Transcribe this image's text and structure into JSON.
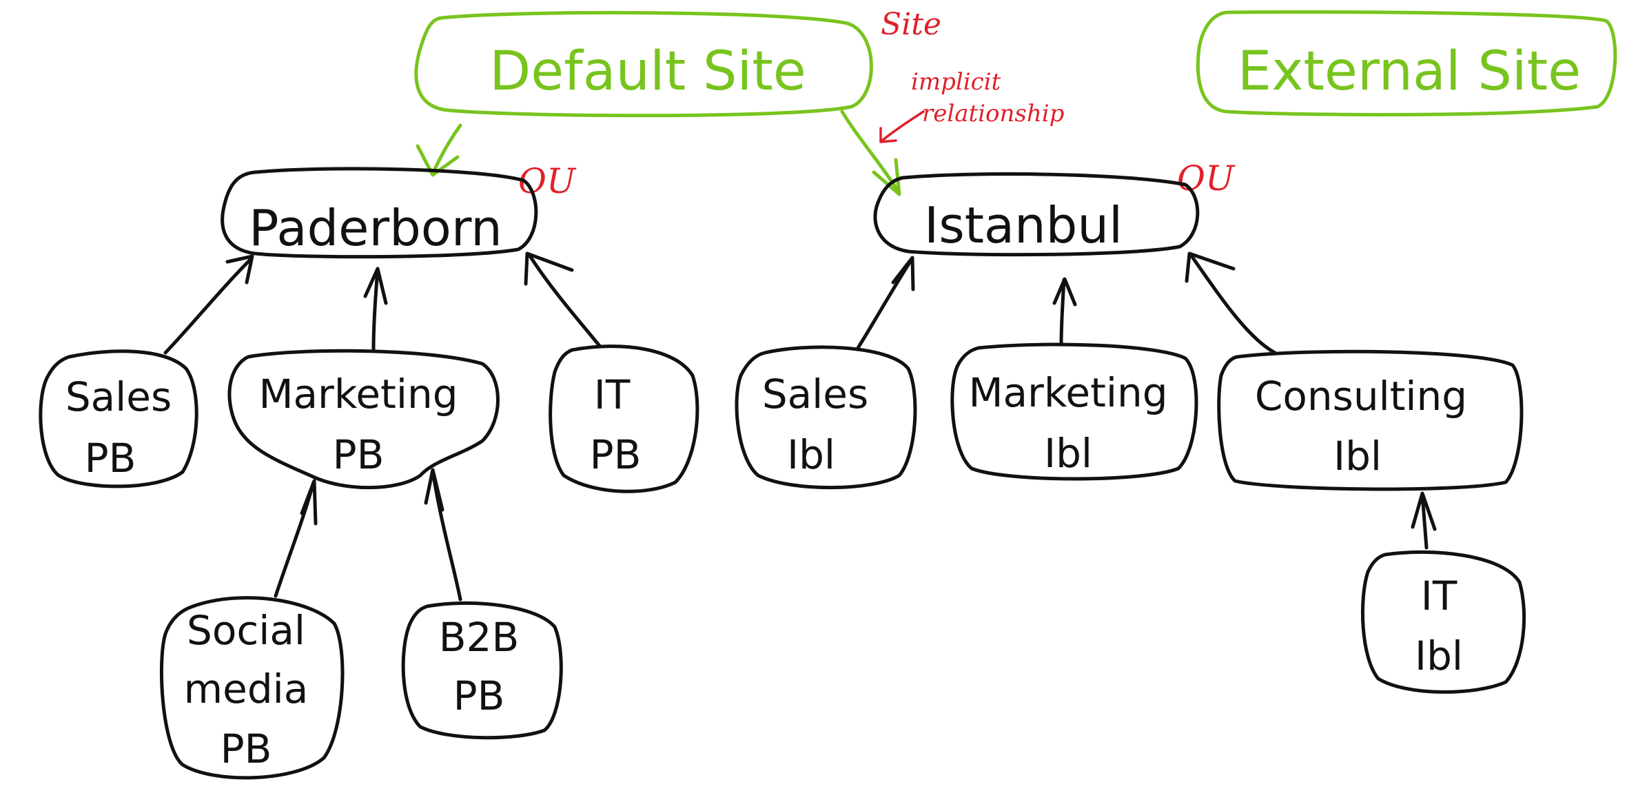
{
  "colors": {
    "site": "#78c41e",
    "ink": "#111111",
    "annotation": "#e0202a"
  },
  "sites": {
    "default": "Default Site",
    "external": "External Site"
  },
  "annotations": {
    "site": "Site",
    "implicit_line1": "implicit",
    "implicit_line2": "relationship",
    "ou_left": "OU",
    "ou_right": "OU"
  },
  "paderborn": {
    "title": "Paderborn",
    "sales": [
      "Sales",
      "PB"
    ],
    "marketing": [
      "Marketing",
      "PB"
    ],
    "it": [
      "IT",
      "PB"
    ],
    "social": [
      "Social",
      "media",
      "PB"
    ],
    "b2b": [
      "B2B",
      "PB"
    ]
  },
  "istanbul": {
    "title": "Istanbul",
    "sales": [
      "Sales",
      "Ibl"
    ],
    "marketing": [
      "Marketing",
      "Ibl"
    ],
    "consulting": [
      "Consulting",
      "Ibl"
    ],
    "it": [
      "IT",
      "Ibl"
    ]
  }
}
